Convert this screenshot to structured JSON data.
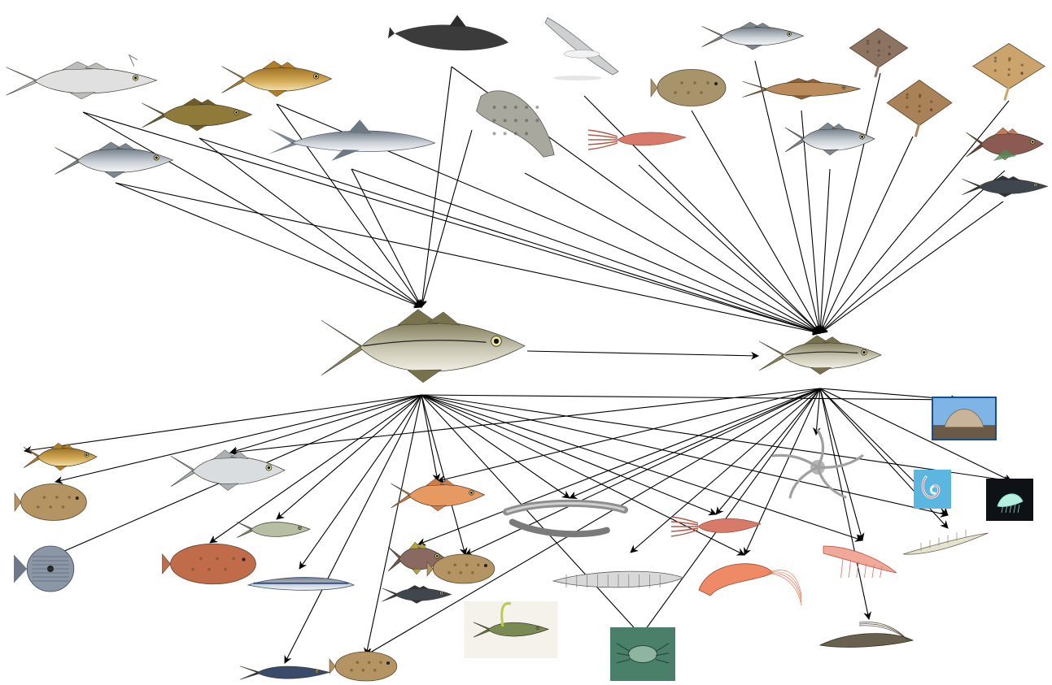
{
  "diagram": {
    "type": "food-web",
    "colors": {
      "background": "#ffffff",
      "arrow": "#000000",
      "fish_body": "#8a8a70",
      "fish_belly": "#e8e6d8",
      "cod_gold": "#c9a043",
      "flatfish": "#a8824a",
      "shellfish_red": "#e07860",
      "sky_blue_tile": "#5bb6e0",
      "dark_tile": "#101418"
    },
    "predators": [
      {
        "id": "anglerfish",
        "icon": "anglerfish-icon",
        "color": "#c8c8c8"
      },
      {
        "id": "cod-large-1",
        "icon": "cod-icon",
        "color": "#c99b3e"
      },
      {
        "id": "cod-large-2",
        "icon": "cod-icon",
        "color": "#b38a3c"
      },
      {
        "id": "saithe",
        "icon": "saithe-icon",
        "color": "#a9b0b6"
      },
      {
        "id": "spurdog",
        "icon": "shark-icon",
        "color": "#8f9aa6"
      },
      {
        "id": "harbour-porpoise",
        "icon": "porpoise-icon",
        "color": "#3a3a3a"
      },
      {
        "id": "grey-seal",
        "icon": "seal-icon",
        "color": "#9a9a92"
      },
      {
        "id": "seabird",
        "icon": "gull-icon",
        "color": "#d0d0d0"
      },
      {
        "id": "squid",
        "icon": "squid-icon",
        "color": "#c0604a"
      },
      {
        "id": "hake",
        "icon": "hake-icon",
        "color": "#7a8088"
      },
      {
        "id": "turbot",
        "icon": "turbot-icon",
        "color": "#a08a5a"
      },
      {
        "id": "ling",
        "icon": "ling-icon",
        "color": "#a0764a"
      },
      {
        "id": "horse-mackerel",
        "icon": "mackerel-icon",
        "color": "#c0c4c8"
      },
      {
        "id": "skate-small",
        "icon": "ray-icon",
        "color": "#8f7866"
      },
      {
        "id": "thornback-ray",
        "icon": "ray-icon",
        "color": "#a07a52"
      },
      {
        "id": "starry-ray",
        "icon": "ray-icon",
        "color": "#c2a26a"
      },
      {
        "id": "gurnard",
        "icon": "gurnard-icon",
        "color": "#8a5a50"
      },
      {
        "id": "pogge",
        "icon": "pogge-icon",
        "color": "#4a5058"
      }
    ],
    "focal_species": [
      {
        "id": "haddock-adult",
        "icon": "haddock-icon"
      },
      {
        "id": "haddock-juvenile",
        "icon": "haddock-icon"
      }
    ],
    "prey": [
      {
        "id": "juvenile-cod",
        "icon": "cod-icon"
      },
      {
        "id": "whiting",
        "icon": "whiting-icon"
      },
      {
        "id": "dab",
        "icon": "flatfish-icon"
      },
      {
        "id": "john-dory",
        "icon": "john-dory-icon"
      },
      {
        "id": "herring",
        "icon": "herring-icon"
      },
      {
        "id": "plaice",
        "icon": "flatfish-icon"
      },
      {
        "id": "sandeel",
        "icon": "sandeel-icon"
      },
      {
        "id": "red-mullet",
        "icon": "mullet-icon"
      },
      {
        "id": "dragonet",
        "icon": "dragonet-icon"
      },
      {
        "id": "lemon-sole",
        "icon": "flatfish-icon"
      },
      {
        "id": "goby",
        "icon": "goby-icon"
      },
      {
        "id": "sprat",
        "icon": "sprat-icon"
      },
      {
        "id": "sole",
        "icon": "flatfish-icon"
      },
      {
        "id": "gurnard-juvenile",
        "icon": "gurnard-icon"
      },
      {
        "id": "eel",
        "icon": "eel-icon"
      },
      {
        "id": "mantis-shrimp",
        "icon": "mantis-shrimp-icon"
      },
      {
        "id": "crab",
        "icon": "crab-icon"
      },
      {
        "id": "squid-small",
        "icon": "squid-icon"
      },
      {
        "id": "prawn",
        "icon": "prawn-icon"
      },
      {
        "id": "brittle-star",
        "icon": "brittle-star-icon"
      },
      {
        "id": "krill",
        "icon": "krill-icon"
      },
      {
        "id": "shrimp",
        "icon": "shrimp-icon"
      },
      {
        "id": "whelk",
        "icon": "whelk-icon"
      },
      {
        "id": "polychaete",
        "icon": "worm-icon"
      },
      {
        "id": "amphipod",
        "icon": "amphipod-icon"
      },
      {
        "id": "mysid",
        "icon": "mysid-icon"
      }
    ],
    "edges": [
      {
        "from": "anglerfish",
        "to": "haddock-adult"
      },
      {
        "from": "anglerfish",
        "to": "haddock-juvenile"
      },
      {
        "from": "cod-large-1",
        "to": "haddock-adult"
      },
      {
        "from": "cod-large-1",
        "to": "haddock-juvenile"
      },
      {
        "from": "cod-large-2",
        "to": "haddock-adult"
      },
      {
        "from": "cod-large-2",
        "to": "haddock-juvenile"
      },
      {
        "from": "saithe",
        "to": "haddock-adult"
      },
      {
        "from": "saithe",
        "to": "haddock-juvenile"
      },
      {
        "from": "spurdog",
        "to": "haddock-adult"
      },
      {
        "from": "spurdog",
        "to": "haddock-juvenile"
      },
      {
        "from": "harbour-porpoise",
        "to": "haddock-adult"
      },
      {
        "from": "harbour-porpoise",
        "to": "haddock-juvenile"
      },
      {
        "from": "grey-seal",
        "to": "haddock-adult"
      },
      {
        "from": "grey-seal",
        "to": "haddock-juvenile"
      },
      {
        "from": "seabird",
        "to": "haddock-juvenile"
      },
      {
        "from": "squid",
        "to": "haddock-juvenile"
      },
      {
        "from": "hake",
        "to": "haddock-juvenile"
      },
      {
        "from": "turbot",
        "to": "haddock-juvenile"
      },
      {
        "from": "ling",
        "to": "haddock-juvenile"
      },
      {
        "from": "horse-mackerel",
        "to": "haddock-juvenile"
      },
      {
        "from": "skate-small",
        "to": "haddock-juvenile"
      },
      {
        "from": "thornback-ray",
        "to": "haddock-juvenile"
      },
      {
        "from": "starry-ray",
        "to": "haddock-juvenile"
      },
      {
        "from": "gurnard",
        "to": "haddock-juvenile"
      },
      {
        "from": "pogge",
        "to": "haddock-juvenile"
      },
      {
        "from": "haddock-adult",
        "to": "haddock-juvenile"
      },
      {
        "from": "haddock-adult",
        "to": "juvenile-cod"
      },
      {
        "from": "haddock-adult",
        "to": "whiting"
      },
      {
        "from": "haddock-adult",
        "to": "dab"
      },
      {
        "from": "haddock-adult",
        "to": "john-dory"
      },
      {
        "from": "haddock-adult",
        "to": "herring"
      },
      {
        "from": "haddock-adult",
        "to": "plaice"
      },
      {
        "from": "haddock-adult",
        "to": "sandeel"
      },
      {
        "from": "haddock-adult",
        "to": "red-mullet"
      },
      {
        "from": "haddock-adult",
        "to": "lemon-sole"
      },
      {
        "from": "haddock-adult",
        "to": "sprat"
      },
      {
        "from": "haddock-adult",
        "to": "sole"
      },
      {
        "from": "haddock-adult",
        "to": "eel"
      },
      {
        "from": "haddock-adult",
        "to": "crab"
      },
      {
        "from": "haddock-adult",
        "to": "squid-small"
      },
      {
        "from": "haddock-adult",
        "to": "prawn"
      },
      {
        "from": "haddock-adult",
        "to": "krill"
      },
      {
        "from": "haddock-adult",
        "to": "whelk"
      },
      {
        "from": "haddock-adult",
        "to": "polychaete"
      },
      {
        "from": "haddock-adult",
        "to": "amphipod"
      },
      {
        "from": "haddock-juvenile",
        "to": "whiting"
      },
      {
        "from": "haddock-juvenile",
        "to": "red-mullet"
      },
      {
        "from": "haddock-juvenile",
        "to": "dragonet"
      },
      {
        "from": "haddock-juvenile",
        "to": "lemon-sole"
      },
      {
        "from": "haddock-juvenile",
        "to": "eel"
      },
      {
        "from": "haddock-juvenile",
        "to": "mantis-shrimp"
      },
      {
        "from": "haddock-juvenile",
        "to": "crab"
      },
      {
        "from": "haddock-juvenile",
        "to": "sole"
      },
      {
        "from": "haddock-juvenile",
        "to": "squid-small"
      },
      {
        "from": "haddock-juvenile",
        "to": "prawn"
      },
      {
        "from": "haddock-juvenile",
        "to": "brittle-star"
      },
      {
        "from": "haddock-juvenile",
        "to": "krill"
      },
      {
        "from": "haddock-juvenile",
        "to": "shrimp"
      },
      {
        "from": "haddock-juvenile",
        "to": "whelk"
      },
      {
        "from": "haddock-juvenile",
        "to": "polychaete"
      },
      {
        "from": "haddock-juvenile",
        "to": "amphipod"
      },
      {
        "from": "haddock-juvenile",
        "to": "mysid"
      }
    ]
  }
}
